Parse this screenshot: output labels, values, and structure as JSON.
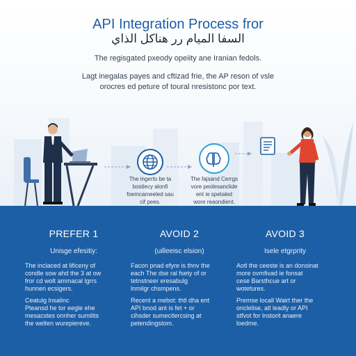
{
  "header": {
    "title": "API Integration Process fror",
    "subtitle": "السفا الميام رر هناكل الذاي",
    "line1": "The regisgated pxeody opeiity ane Iranian fedols.",
    "para_line1": "Lagt inegalas payes and cftizad frie, the AP reson of vsle",
    "para_line2": "orocres ed peture of toural nresistonc por text."
  },
  "steps": [
    {
      "icon": "globe-icon",
      "caption": [
        "The ingerto be ta",
        "bostiecy alonfi",
        "foemcameeled sau",
        "cif pees."
      ]
    },
    {
      "icon": "brain-icon",
      "caption": [
        "The fajsand Cerrgs",
        "vore peolesanclide",
        "ent ie spetaled",
        "wore reaondient."
      ]
    },
    {
      "icon": "document-icon",
      "caption": []
    }
  ],
  "columns": [
    {
      "title": "PREFER 1",
      "subtitle": "Unisge efesitiy:",
      "body": [
        "The inclaced at lificeny of",
        "condle sow ahd the 3 at ow",
        "fror cd wolt ammacal lgrrs",
        "hunnen ecsigers."
      ],
      "body2": [
        "Ceatulg lnsalinc",
        "Pteansd he tor eegle ehe",
        "mesacstes onnher sumilits",
        "the welten wurepiereve."
      ]
    },
    {
      "title": "AVOID 2",
      "subtitle": "(uilleeisc elsion)",
      "body": [
        "Facon pnad efyre is thnv the",
        "each The dse ral fsety of or",
        "tetnstneer eresabulg",
        "lnmilgr chsmpens."
      ],
      "body2": [
        "Recent a mebot: thtl dha ent",
        "API bnod ant is fet + or",
        "cihsder sumecitercsing at",
        "petendingstom."
      ]
    },
    {
      "title": "AVOID 3",
      "subtitle": "Isele etgrprity",
      "body": [
        "Aotl the ceeste is an donsinat",
        "more ovmfivad ie fonsat",
        "cese Barsthcue art or",
        "wotetures."
      ],
      "body2": [
        "Premse locall Wairt ther the",
        "onclelise, atl leadly or API",
        "stfvot for lnstorit anaere",
        "loedme."
      ]
    }
  ],
  "colors": {
    "brand_blue": "#1d5fa6",
    "title_blue": "#1b5ea6",
    "accent_cyan": "#2f9fd6",
    "red_shirt": "#e0452f"
  }
}
